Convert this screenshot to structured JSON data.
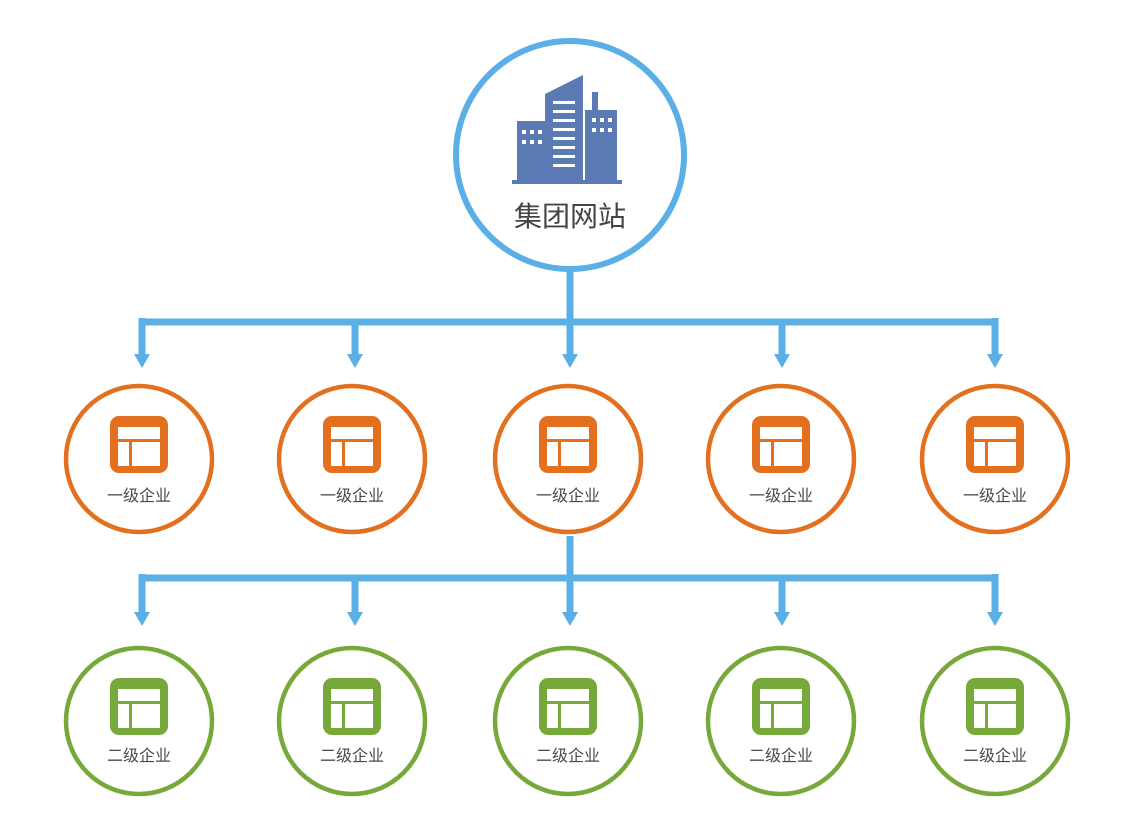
{
  "root": {
    "label": "集团网站",
    "icon": "buildings-icon"
  },
  "level1": {
    "nodes": [
      "一级企业",
      "一级企业",
      "一级企业",
      "一级企业",
      "一级企业"
    ],
    "icon": "window-icon",
    "color": "#e2701f"
  },
  "level2": {
    "nodes": [
      "二级企业",
      "二级企业",
      "二级企业",
      "二级企业",
      "二级企业"
    ],
    "icon": "window-icon",
    "color": "#77a83a"
  },
  "colors": {
    "root_ring": "#5aafe6",
    "connector": "#5aafe6",
    "building": "#5b79b3"
  }
}
